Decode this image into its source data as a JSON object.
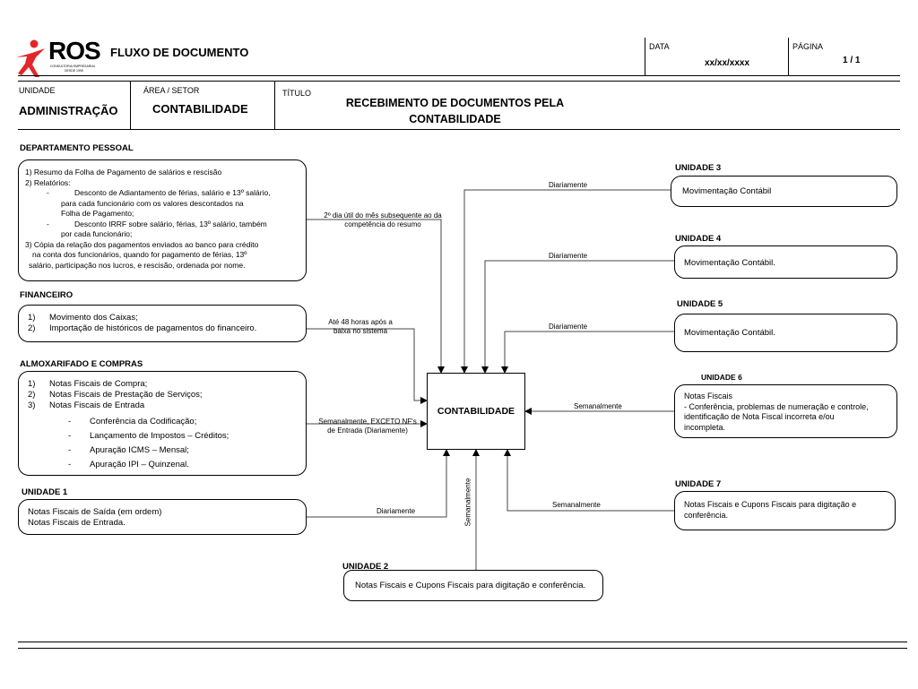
{
  "header": {
    "logo_text": "ROS",
    "logo_subtext": "CONSULTORIA EMPRESARIAL",
    "logo_since": "DESDE 1995",
    "doc_type": "FLUXO DE DOCUMENTO",
    "date_label": "DATA",
    "date_value": "xx/xx/xxxx",
    "page_label": "PÁGINA",
    "page_value": "1 / 1",
    "unit_label": "UNIDADE",
    "unit_value": "ADMINISTRAÇÃO",
    "area_label": "ÁREA / SETOR",
    "area_value": "CONTABILIDADE",
    "title_label": "TÍTULO",
    "title_line1": "RECEBIMENTO DE DOCUMENTOS PELA",
    "title_line2": "CONTABILIDADE"
  },
  "dp": {
    "title": "DEPARTAMENTO PESSOAL",
    "lines": [
      "1) Resumo da Folha de Pagamento de salários e rescisão",
      "2) Relatórios:",
      "-",
      "Desconto de Adiantamento de férias, salário e 13º salário,",
      "para cada funcionário com os valores descontados na",
      "Folha de Pagamento;",
      "-",
      "Desconto IRRF sobre salário, férias, 13º salário, também",
      "por cada funcionário;",
      "3) Cópia da relação dos pagamentos enviados ao banco para crédito",
      "na conta dos funcionários, quando for pagamento de férias, 13º",
      "salário, participação nos lucros, e rescisão, ordenada por nome."
    ],
    "arrow_label_1": "2º dia útil do mês subsequente ao da",
    "arrow_label_2": "competência do resumo"
  },
  "fin": {
    "title": "FINANCEIRO",
    "items": [
      "1)",
      "Movimento dos Caixas;",
      "2)",
      "Importação de históricos de pagamentos do financeiro."
    ],
    "arrow_label_1": "Até 48 horas após a",
    "arrow_label_2": "baixa no sistema"
  },
  "alm": {
    "title": "ALMOXARIFADO E COMPRAS",
    "items": [
      "1)",
      "Notas Fiscais de Compra;",
      "2)",
      "Notas Fiscais de Prestação de Serviços;",
      "3)",
      "Notas Fiscais de Entrada"
    ],
    "sub": [
      "Conferência da Codificação;",
      "Lançamento de Impostos – Créditos;",
      "Apuração ICMS – Mensal;",
      "Apuração IPI – Quinzenal."
    ],
    "dash": "-",
    "arrow_label_1": "Semanalmente, EXCETO NF's",
    "arrow_label_2": "de Entrada (Diariamente)"
  },
  "u1": {
    "title": "UNIDADE 1",
    "line1": "Notas Fiscais de Saída (em ordem)",
    "line2": "Notas Fiscais de Entrada.",
    "arrow_label": "Diariamente"
  },
  "u2": {
    "title": "UNIDADE 2",
    "text": "Notas Fiscais e Cupons Fiscais para digitação e conferência.",
    "arrow_label": "Semanalmente"
  },
  "center": {
    "label": "CONTABILIDADE"
  },
  "u3": {
    "title": "UNIDADE 3",
    "text": "Movimentação Contábil",
    "arrow_label": "Diariamente"
  },
  "u4": {
    "title": "UNIDADE 4",
    "text": "Movimentação Contábil.",
    "arrow_label": "Diariamente"
  },
  "u5": {
    "title": "UNIDADE 5",
    "text": "Movimentação Contábil.",
    "arrow_label": "Diariamente"
  },
  "u6": {
    "title": "UNIDADE 6",
    "line1": "Notas Fiscais",
    "line2": "- Conferência, problemas de numeração e controle,",
    "line3": "identificação de Nota Fiscal incorreta e/ou",
    "line4": "incompleta.",
    "arrow_label": "Semanalmente"
  },
  "u7": {
    "title": "UNIDADE 7",
    "line1": "Notas Fiscais e Cupons Fiscais para digitação e",
    "line2": "conferência.",
    "arrow_label": "Semanalmente"
  },
  "colors": {
    "logo_red": "#e3262b",
    "line": "#000000",
    "connector": "#666666"
  }
}
